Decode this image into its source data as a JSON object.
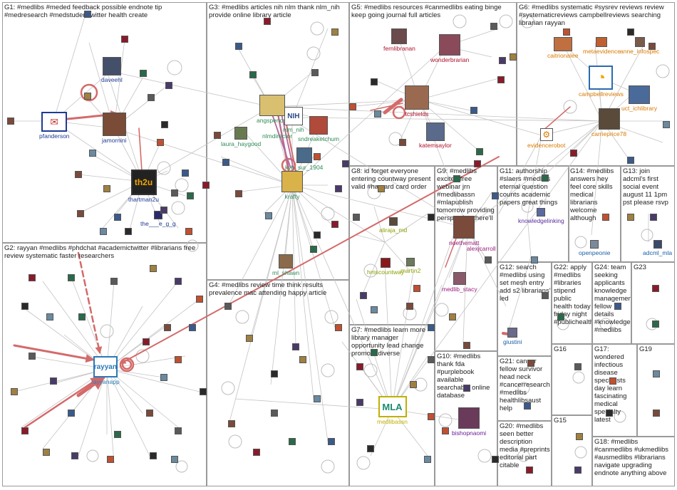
{
  "groups": [
    {
      "id": "G1",
      "title": "G1: #medlibs #meded feedback possible endnote tip #medresearch #medstudenttwitter health create"
    },
    {
      "id": "G2",
      "title": "G2: rayyan #medlibs #phdchat #academictwitter #librarians free review systematic faster researchers"
    },
    {
      "id": "G3",
      "title": "G3: #medlibs articles nih nlm thank nlm_nih provide online library article"
    },
    {
      "id": "G4",
      "title": "G4: #medlibs review time think results prevalence mac attending happy article"
    },
    {
      "id": "G5",
      "title": "G5: #medlibs resources #canmedlibs eating binge keep going journal full articles"
    },
    {
      "id": "G6",
      "title": "G6: #medlibs systematic #sysrev reviews review #systematicreviews campbellreviews searching librarian rayyan"
    },
    {
      "id": "G7",
      "title": "G7: #medlibs learn more library manager opportunity lead change promote diverse"
    },
    {
      "id": "G8",
      "title": "G8: id forget everyone entering countway present valid #harvard card order"
    },
    {
      "id": "G9",
      "title": "G9: #medlibs excited free webinar jrn #medlibassn #mlapublish tomorrow providing perspective there'll"
    },
    {
      "id": "G10",
      "title": "G10: #medlibs thank fda #purplebook available searchable online database"
    },
    {
      "id": "G11",
      "title": "G11: authorship #slaers #medlibs eternal question counts academic papers great things"
    },
    {
      "id": "G12",
      "title": "G12: search #medlibs using set mesh entry add s2 librarians' led"
    },
    {
      "id": "G13",
      "title": "G13: join adcml's first social event august 11 1pm pst please rsvp"
    },
    {
      "id": "G14",
      "title": "G14: #medlibs answers hey feel core skills medical librarians welcome although"
    },
    {
      "id": "G15",
      "title": "G15"
    },
    {
      "id": "G16",
      "title": "G16"
    },
    {
      "id": "G17",
      "title": "G17: wondered infectious disease specialists day learn fascinating medical specialty latest"
    },
    {
      "id": "G18",
      "title": "G18: #medlibs #canmedlibs #ukmedlibs #ausmedlibs #librarians navigate upgrading endnote anything above"
    },
    {
      "id": "G19",
      "title": "G19"
    },
    {
      "id": "G20",
      "title": "G20: #medlibs seen better description media #preprints editorial part citable"
    },
    {
      "id": "G21",
      "title": "G21: cancer fellow survivor head neck #cancerresearch #medlibs healthlibsaust help"
    },
    {
      "id": "G22",
      "title": "G22: apply #medlibs #libraries stipend public health today friday night #publichealth"
    },
    {
      "id": "G23",
      "title": "G23"
    },
    {
      "id": "G24",
      "title": "G24: team seeking applicants knowledge management fellow details #knowledge... #medlibs"
    }
  ],
  "nodes": [
    {
      "id": "pfanderson",
      "label": "pfanderson",
      "group": "G1",
      "color": "#1f3a93"
    },
    {
      "id": "daveehl",
      "label": "daveehl",
      "group": "G1",
      "color": "#1f3a93"
    },
    {
      "id": "jamornini",
      "label": "jamornini",
      "group": "G1",
      "color": "#1f3a93"
    },
    {
      "id": "thartman2u",
      "label": "thartman2u",
      "group": "G1",
      "color": "#1f3a93"
    },
    {
      "id": "the_e_g_g",
      "label": "the___e_g_g",
      "group": "G1",
      "color": "#1f3a93"
    },
    {
      "id": "rayyanapp",
      "label": "rayyanapp",
      "group": "G2",
      "color": "#2a7ab8"
    },
    {
      "id": "angspencer",
      "label": "angspencer",
      "group": "G3",
      "color": "#2e8b57"
    },
    {
      "id": "nlm_nih",
      "label": "nlm_nih",
      "group": "G3",
      "color": "#2e8b57"
    },
    {
      "id": "nlmdirector",
      "label": "nlmdirector",
      "group": "G3",
      "color": "#2e8b57"
    },
    {
      "id": "sndreaketchum",
      "label": "sndreaketchum",
      "group": "G3",
      "color": "#2e8b57"
    },
    {
      "id": "laura_haygood",
      "label": "laura_haygood",
      "group": "G3",
      "color": "#2e8b57"
    },
    {
      "id": "kyh_sur_1904",
      "label": "kyh_sur_1904",
      "group": "G3",
      "color": "#2e8b57"
    },
    {
      "id": "krafty",
      "label": "krafty",
      "group": "G3",
      "color": "#2e8b57"
    },
    {
      "id": "ml_shawn",
      "label": "ml_shawn",
      "group": "G3",
      "color": "#2e8b57"
    },
    {
      "id": "fernlibranan",
      "label": "fernlibranan",
      "group": "G5",
      "color": "#b0102a"
    },
    {
      "id": "wonderbrarian",
      "label": "wonderbrarian",
      "group": "G5",
      "color": "#b0102a"
    },
    {
      "id": "tcshields",
      "label": "tcshields",
      "group": "G5",
      "color": "#b0102a"
    },
    {
      "id": "katemsaylor",
      "label": "katemsaylor",
      "group": "G5",
      "color": "#b0102a"
    },
    {
      "id": "caitrionalee",
      "label": "caitrionalee",
      "group": "G6",
      "color": "#d97a00"
    },
    {
      "id": "metaevidence",
      "label": "metaevidence",
      "group": "G6",
      "color": "#d97a00"
    },
    {
      "id": "anne_infospec",
      "label": "anne_infospec",
      "group": "G6",
      "color": "#d97a00"
    },
    {
      "id": "campbellreviews",
      "label": "campbellreviews",
      "group": "G6",
      "color": "#d97a00"
    },
    {
      "id": "uct_ichlibrary",
      "label": "uct_ichlibrary",
      "group": "G6",
      "color": "#d97a00"
    },
    {
      "id": "carrieprice78",
      "label": "carrieprice78",
      "group": "G6",
      "color": "#d97a00"
    },
    {
      "id": "evidencerobot",
      "label": "evidencerobot",
      "group": "G6",
      "color": "#d97a00"
    },
    {
      "id": "medlibassn",
      "label": "medlibassn",
      "group": "G7",
      "color": "#c0b000"
    },
    {
      "id": "hmscountway",
      "label": "hmscountway",
      "group": "G8",
      "color": "#8aa000"
    },
    {
      "id": "alirajamd",
      "label": "aliraja_md",
      "group": "G8",
      "color": "#8aa000"
    },
    {
      "id": "martin2",
      "label": "martin2",
      "group": "G8",
      "color": "#8aa000"
    },
    {
      "id": "noethematt",
      "label": "noethematt",
      "group": "G9",
      "color": "#9b1b7a"
    },
    {
      "id": "alexjcarroll",
      "label": "alexjcarroll",
      "group": "G9",
      "color": "#9b1b7a"
    },
    {
      "id": "medlib_stacy",
      "label": "medlib_stacy",
      "group": "G9",
      "color": "#9b1b7a"
    },
    {
      "id": "bishopnaomi",
      "label": "bishopnaomi",
      "group": "G10",
      "color": "#6a1b9a"
    },
    {
      "id": "knowledgelinking",
      "label": "knowledgelinking",
      "group": "G11",
      "color": "#5a2ca0"
    },
    {
      "id": "giustini",
      "label": "giustini",
      "group": "G12",
      "color": "#1a5fa8"
    },
    {
      "id": "openpeonie",
      "label": "openpeonie",
      "group": "G14",
      "color": "#1a5fa8"
    },
    {
      "id": "adcml_mla",
      "label": "adcml_mla",
      "group": "G13",
      "color": "#1a5fa8"
    }
  ],
  "edges_label": "edges"
}
